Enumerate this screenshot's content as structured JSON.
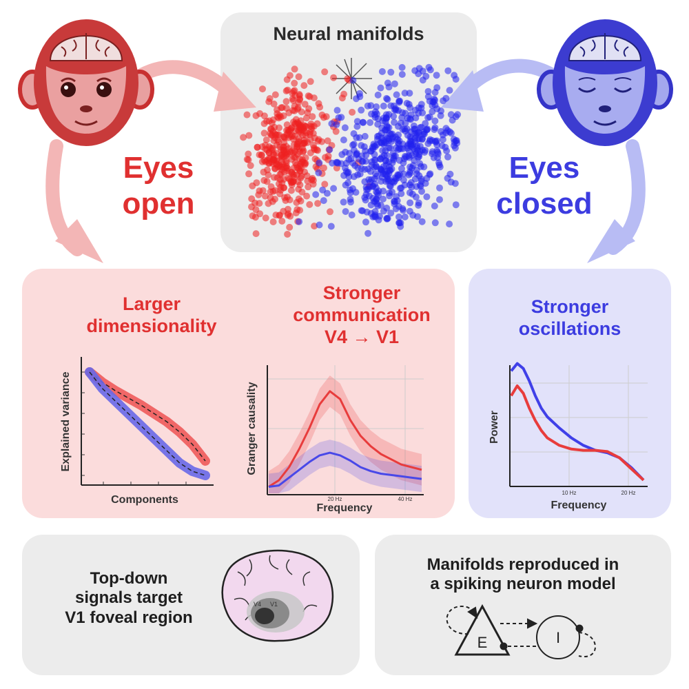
{
  "header": {
    "title": "Neural manifolds"
  },
  "states": {
    "open": {
      "line1": "Eyes",
      "line2": "open",
      "color": "#e03030"
    },
    "closed": {
      "line1": "Eyes",
      "line2": "closed",
      "color": "#3c3ce0"
    }
  },
  "colors": {
    "red_panel": "#fbdcdc",
    "blue_panel": "#e2e2fa",
    "gray_panel": "#ececec"
  },
  "panels": {
    "dimensionality": {
      "line1": "Larger",
      "line2": "dimensionality"
    },
    "communication": {
      "line1": "Stronger",
      "line2": "communication",
      "line3": "V4 → V1"
    },
    "oscillations": {
      "line1": "Stronger",
      "line2": "oscillations"
    },
    "topdown": {
      "line1": "Top-down",
      "line2": "signals target",
      "line3": "V1 foveal region"
    },
    "model": {
      "line1": "Manifolds reproduced in",
      "line2": "a spiking neuron model"
    }
  },
  "icons": {
    "open_monkey": "monkey-eyes-open-icon",
    "closed_monkey": "monkey-eyes-closed-icon",
    "brain": "brain-icon",
    "axes": "axes-star-icon"
  },
  "brain_labels": {
    "v4": "V4",
    "v1": "V1"
  },
  "neurons": {
    "excitatory": "E",
    "inhibitory": "I"
  },
  "chart_data": [
    {
      "type": "line",
      "xlabel": "Components",
      "ylabel": "Explained variance",
      "x": [
        1,
        2,
        3,
        4,
        5,
        6,
        7,
        8,
        9,
        10
      ],
      "series": [
        {
          "color": "#ee5a5a",
          "values": [
            1.0,
            0.9,
            0.82,
            0.75,
            0.68,
            0.6,
            0.52,
            0.42,
            0.3,
            0.14
          ]
        },
        {
          "color": "#6868e8",
          "values": [
            1.0,
            0.84,
            0.72,
            0.6,
            0.48,
            0.36,
            0.24,
            0.12,
            0.04,
            0.0
          ]
        }
      ]
    },
    {
      "type": "line",
      "xlabel": "Frequency",
      "ylabel": "Granger causality",
      "xticks": [
        "20 Hz",
        "40 Hz"
      ],
      "x": [
        2,
        5,
        8,
        11,
        14,
        17,
        20,
        23,
        26,
        29,
        32,
        35,
        38,
        41,
        44,
        47
      ],
      "series": [
        {
          "color": "#e83c3c",
          "values": [
            0.05,
            0.1,
            0.2,
            0.34,
            0.5,
            0.68,
            0.78,
            0.72,
            0.56,
            0.44,
            0.36,
            0.3,
            0.26,
            0.22,
            0.2,
            0.18
          ]
        },
        {
          "color": "#4848e8",
          "values": [
            0.05,
            0.06,
            0.12,
            0.18,
            0.24,
            0.29,
            0.31,
            0.29,
            0.25,
            0.2,
            0.17,
            0.15,
            0.14,
            0.13,
            0.12,
            0.11
          ]
        }
      ]
    },
    {
      "type": "line",
      "xlabel": "Frequency",
      "ylabel": "Power",
      "xticks": [
        "10 Hz",
        "20 Hz"
      ],
      "x": [
        0,
        1,
        2,
        3,
        4,
        5,
        6,
        8,
        10,
        12,
        14,
        16,
        18,
        20,
        22
      ],
      "series": [
        {
          "color": "#4040e8",
          "values": [
            0.92,
            0.98,
            0.94,
            0.84,
            0.72,
            0.62,
            0.55,
            0.46,
            0.38,
            0.32,
            0.28,
            0.26,
            0.22,
            0.14,
            0.04
          ]
        },
        {
          "color": "#e83c3c",
          "values": [
            0.72,
            0.8,
            0.74,
            0.62,
            0.52,
            0.44,
            0.38,
            0.32,
            0.29,
            0.28,
            0.28,
            0.27,
            0.22,
            0.13,
            0.04
          ]
        }
      ]
    }
  ]
}
